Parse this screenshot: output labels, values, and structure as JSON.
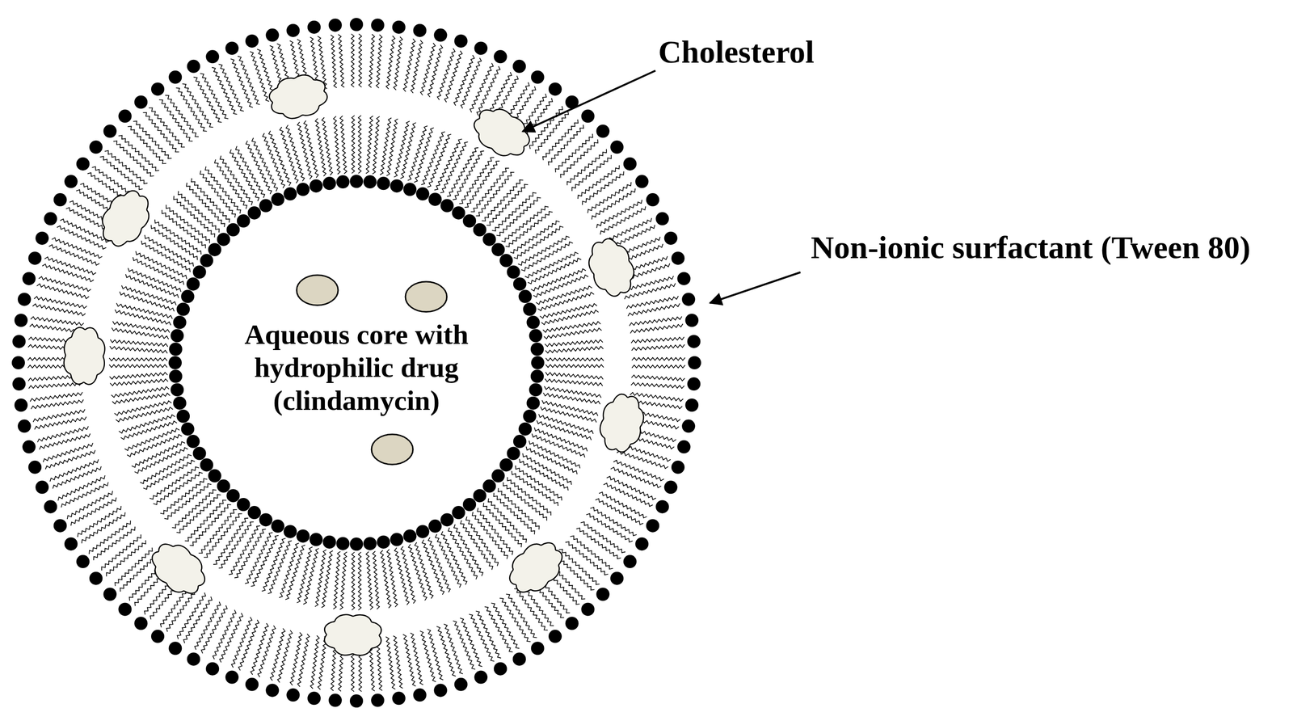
{
  "diagram": {
    "nodes": [
      {
        "text": [
          "Aqueous core with hydrophilic drug (clindamycin)"
        ]
      }
    ],
    "labels": [
      "Cholesterol",
      "Non-ionic surfactant (Tween 80)"
    ]
  }
}
